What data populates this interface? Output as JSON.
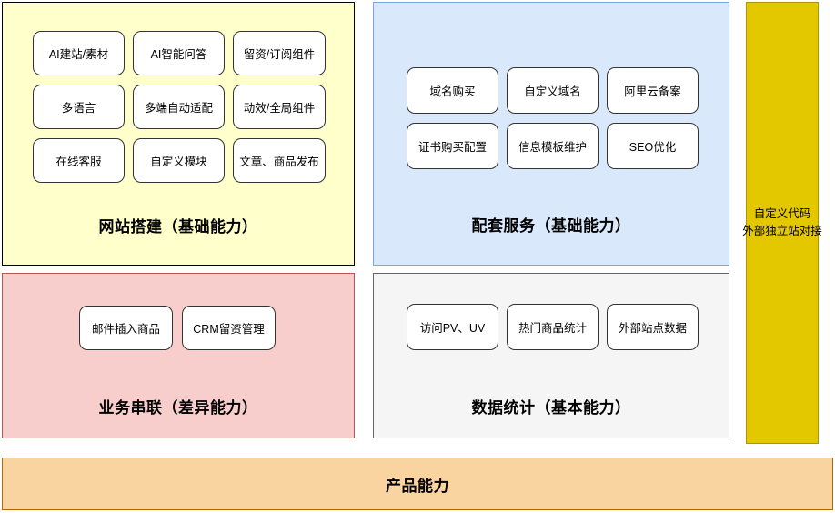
{
  "diagram": {
    "panels": [
      {
        "id": "website",
        "heading": "网站搭建（基础能力）",
        "background": "#ffffcc",
        "border": "#000000",
        "cards": [
          "AI建站/素材",
          "AI智能问答",
          "留资/订阅组件",
          "多语言",
          "多端自动适配",
          "动效/全局组件",
          "在线客服",
          "自定义模块",
          "文章、商品发布"
        ]
      },
      {
        "id": "services",
        "heading": "配套服务（基础能力）",
        "background": "#dae8fc",
        "border": "#7ea6e0",
        "cards": [
          "域名购买",
          "自定义域名",
          "阿里云备案",
          "证书购买配置",
          "信息模板维护",
          "SEO优化"
        ]
      },
      {
        "id": "business",
        "heading": "业务串联（差异能力）",
        "background": "#f8cecc",
        "border": "#b85450",
        "cards": [
          "邮件插入商品",
          "CRM留资管理"
        ]
      },
      {
        "id": "data",
        "heading": "数据统计（基本能力）",
        "background": "#f5f5f5",
        "border": "#666666",
        "cards": [
          "访问PV、UV",
          "热门商品统计",
          "外部站点数据"
        ]
      }
    ],
    "custom_code_column": {
      "background": "#e3c800",
      "border": "#b09500",
      "line1": "自定义代码",
      "line2": "外部独立站对接"
    },
    "bottom_bar": {
      "label": "产品能力",
      "background": "#f9d4a0",
      "border": "#b46504"
    }
  }
}
